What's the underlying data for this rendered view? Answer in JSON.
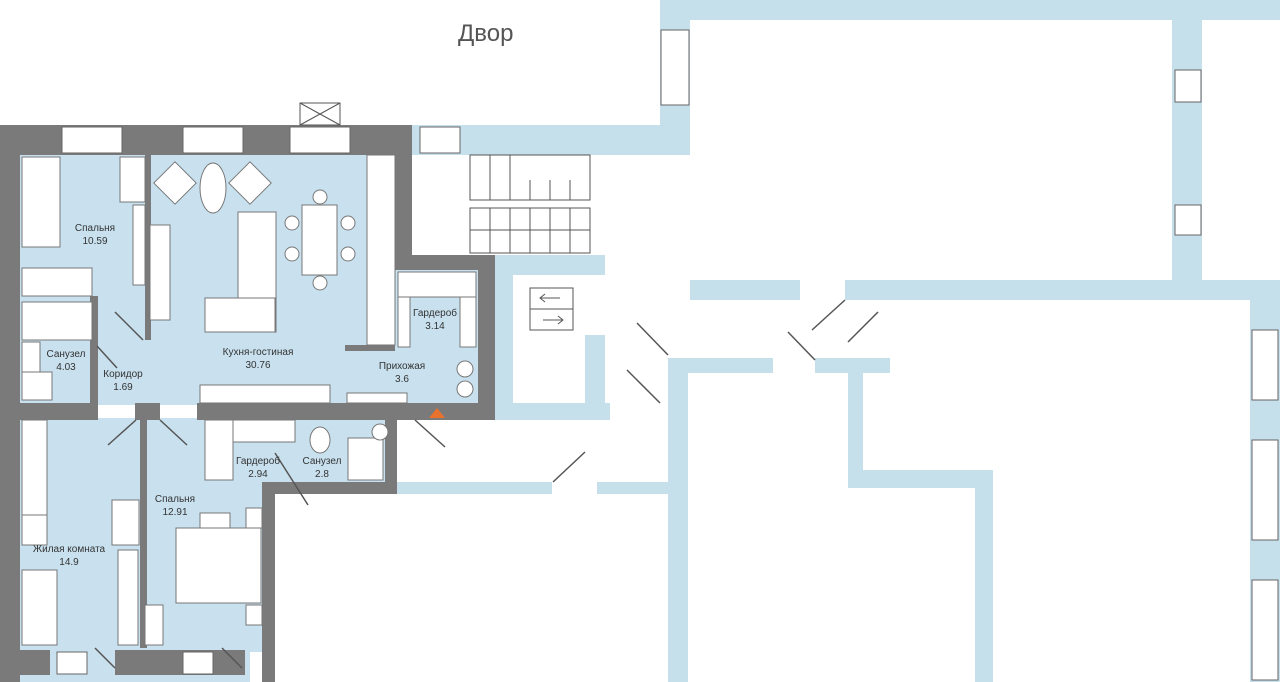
{
  "outside_label": "Двор",
  "colors": {
    "wall": "#7a7a7a",
    "room": "#c9e1ef",
    "building": "#c5dfeb",
    "entrance_marker": "#e8722c"
  },
  "rooms": [
    {
      "name": "Спальня",
      "area": "10.59"
    },
    {
      "name": "Кухня-гостиная",
      "area": "30.76"
    },
    {
      "name": "Гардероб",
      "area": "3.14"
    },
    {
      "name": "Санузел",
      "area": "4.03"
    },
    {
      "name": "Коридор",
      "area": "1.69"
    },
    {
      "name": "Прихожая",
      "area": "3.6"
    },
    {
      "name": "Гардероб",
      "area": "2.94"
    },
    {
      "name": "Санузел",
      "area": "2.8"
    },
    {
      "name": "Спальня",
      "area": "12.91"
    },
    {
      "name": "Жилая комната",
      "area": "14.9"
    }
  ]
}
